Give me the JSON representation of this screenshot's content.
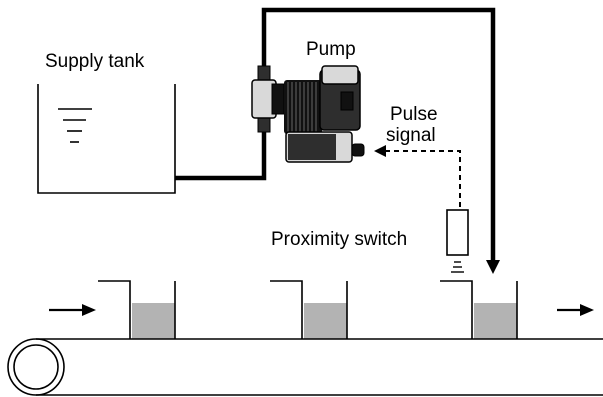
{
  "labels": {
    "supply_tank": "Supply tank",
    "pump": "Pump",
    "pulse_line1": "Pulse",
    "pulse_line2": "signal",
    "proximity_switch": "Proximity switch"
  },
  "colors": {
    "liquid": "#b3b3b3",
    "line": "#000000",
    "pump_dark": "#111111",
    "pump_mid": "#2e2e2e",
    "pump_light": "#d9d9d9",
    "background": "#ffffff"
  },
  "icons": [
    "arrow-right-icon",
    "arrow-left-icon",
    "arrow-down-icon",
    "wave-level-icon"
  ]
}
